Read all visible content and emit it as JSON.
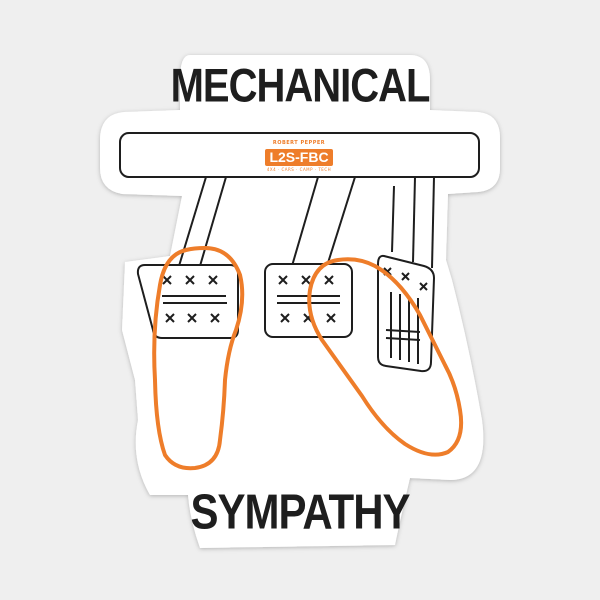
{
  "sticker": {
    "title_top": "MECHANICAL",
    "title_bottom": "SYMPATHY",
    "logo": {
      "author": "ROBERT PEPPER",
      "brand": "L2S-FBC",
      "tagline": "4X4 · CARS · CAMP · TECH"
    }
  },
  "colors": {
    "ink": "#1e1e1e",
    "accent": "#ee7d2a",
    "sticker_fill": "#ffffff",
    "background": "#efefef"
  }
}
